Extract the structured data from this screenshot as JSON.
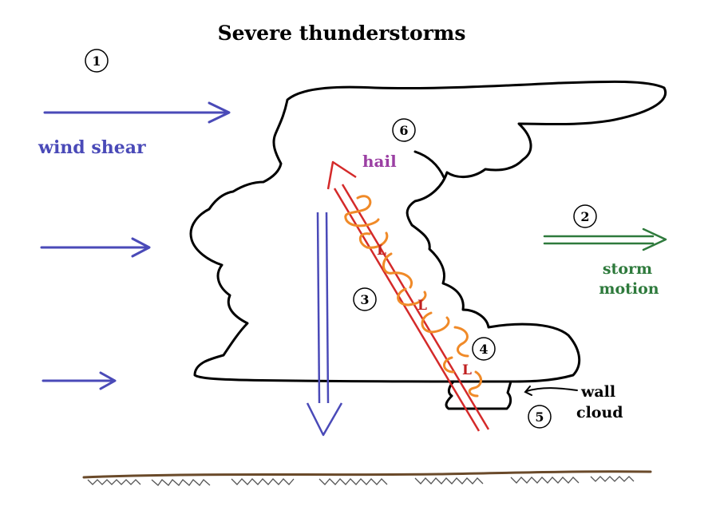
{
  "title": "Severe thunderstorms",
  "labels": {
    "wind_shear": "wind shear",
    "hail": "hail",
    "storm_motion_line1": "storm",
    "storm_motion_line2": "motion",
    "wall_cloud_line1": "wall",
    "wall_cloud_line2": "cloud",
    "low_pressure": "L"
  },
  "markers": [
    "1",
    "2",
    "3",
    "4",
    "5",
    "6"
  ],
  "colors": {
    "wind": "#4a4ab8",
    "hail": "#9b3fa3",
    "storm_motion": "#2e7a3c",
    "updraft": "#d42a2a",
    "rotation": "#f08a28",
    "low": "#c02020",
    "cloud": "#000000",
    "ground": "#6a4a2a"
  }
}
